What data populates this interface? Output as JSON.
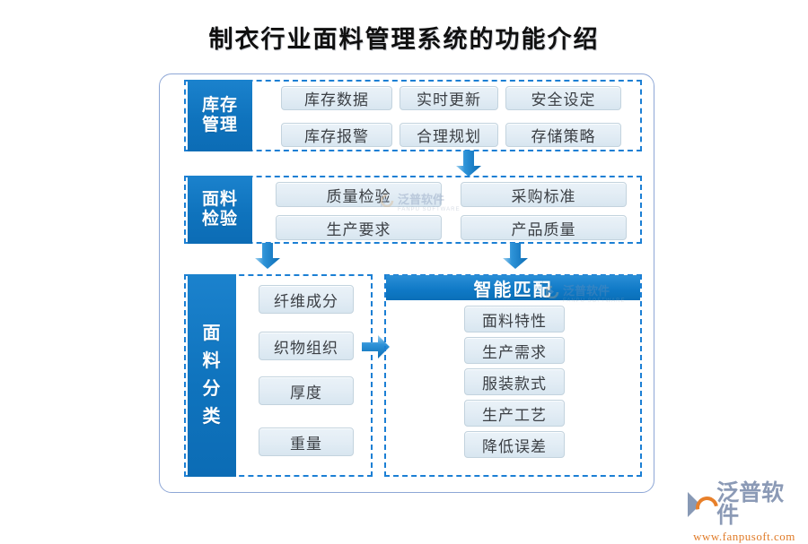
{
  "title": "制衣行业面料管理系统的功能介绍",
  "sections": [
    {
      "key": "inventory",
      "label": "库存\n管理",
      "label_line1": "库存",
      "label_line2": "管理",
      "items": [
        "库存数据",
        "实时更新",
        "安全设定",
        "库存报警",
        "合理规划",
        "存储策略"
      ]
    },
    {
      "key": "inspection",
      "label_line1": "面料",
      "label_line2": "检验",
      "items": [
        "质量检验",
        "采购标准",
        "生产要求",
        "产品质量"
      ]
    },
    {
      "key": "classification",
      "label_chars": [
        "面",
        "料",
        "分",
        "类"
      ],
      "items": [
        "纤维成分",
        "织物组织",
        "厚度",
        "重量"
      ]
    },
    {
      "key": "smart_match",
      "header": "智能匹配",
      "items": [
        "面料特性",
        "生产需求",
        "服装款式",
        "生产工艺",
        "降低误差"
      ]
    }
  ],
  "watermark": {
    "text": "泛普软件",
    "sub": "FANPU SOFTWARE"
  },
  "logo": {
    "name": "泛普软件",
    "url": "www.fanpusoft.com"
  },
  "colors": {
    "accent_blue": "#0f73bd",
    "dashed_blue": "#1b7fd4",
    "chip_bg": "#e3edf5",
    "chip_border": "#c3d3de",
    "frame_border": "#8ea7d6",
    "logo_orange": "#e07b28",
    "logo_gray": "#8b9ab6"
  }
}
